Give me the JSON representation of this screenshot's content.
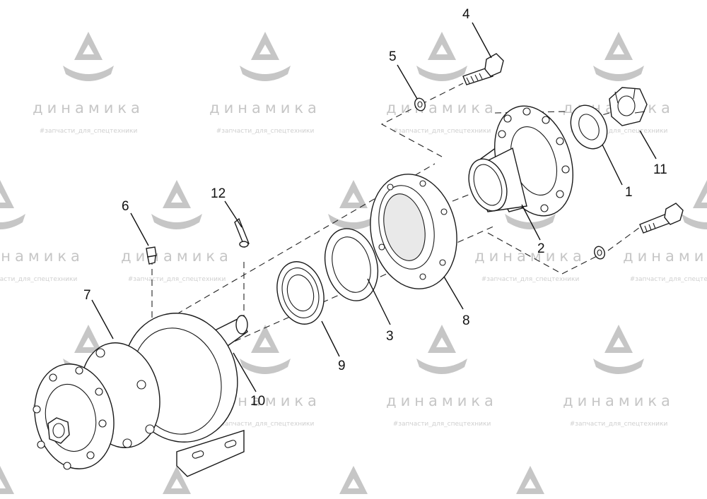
{
  "watermark": {
    "brand": "динамика",
    "tagline": "#запчасти_для_спецтехники",
    "color": "#c6c6c6"
  },
  "callouts": [
    {
      "id": "1",
      "label": "1"
    },
    {
      "id": "2",
      "label": "2"
    },
    {
      "id": "3",
      "label": "3"
    },
    {
      "id": "4",
      "label": "4"
    },
    {
      "id": "5",
      "label": "5"
    },
    {
      "id": "6",
      "label": "6"
    },
    {
      "id": "7",
      "label": "7"
    },
    {
      "id": "8",
      "label": "8"
    },
    {
      "id": "9",
      "label": "9"
    },
    {
      "id": "10",
      "label": "10"
    },
    {
      "id": "11",
      "label": "11"
    },
    {
      "id": "12",
      "label": "12"
    }
  ]
}
